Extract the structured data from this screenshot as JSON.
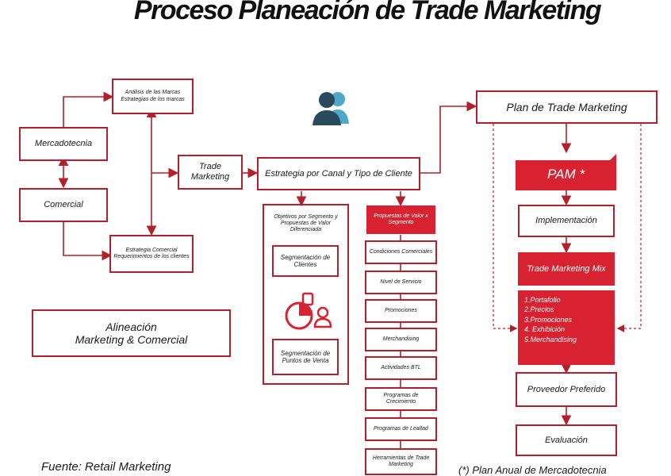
{
  "title": "Proceso Planeación de Trade Marketing",
  "left": {
    "analisis": "Análisis de las Marcas Estrategias de los marcas",
    "mercadotecnia": "Mercadotecnia",
    "comercial": "Comercial",
    "estrategia_comercial": "Estrategia Comercial Requerimientos de los clientes",
    "trade_marketing": "Trade Marketing",
    "alineacion_line1": "Alineación",
    "alineacion_line2": "Marketing & Comercial"
  },
  "center": {
    "estrategia": "Estrategia por Canal y Tipo de Cliente",
    "objetivos": "Objetivos por Segmento y Propuestas de Valor Diferenciada",
    "segmentacion_clientes": "Segmentación de Clientes",
    "segmentacion_puntos": "Segmentación de Puntos de Venta",
    "propuesta": "Propuestas de Valor x Segmento",
    "stack": [
      "Condiciones Comerciales",
      "Nivel de Servicio",
      "Promociones",
      "Merchandising",
      "Actividades BTL",
      "Programas de Crecimiento",
      "Programas de Lealtad",
      "Herramientas de Trade Marketing"
    ]
  },
  "right": {
    "plan": "Plan de Trade Marketing",
    "pam": "PAM *",
    "implementacion": "Implementación",
    "mix": "Trade Marketing Mix",
    "mix_items": [
      "1.Portafolio",
      "2.Precios",
      "3.Promociones",
      "4. Exhibición",
      "5.Merchandising"
    ],
    "proveedor": "Proveedor Preferido",
    "evaluacion": "Evaluación"
  },
  "footer": {
    "fuente": "Fuente: Retail Marketing",
    "nota": "(*) Plan Anual de Mercadotecnia"
  },
  "colors": {
    "accent": "#d92231",
    "border": "#b3202b"
  },
  "icons": [
    "people-icon",
    "target-icon"
  ]
}
